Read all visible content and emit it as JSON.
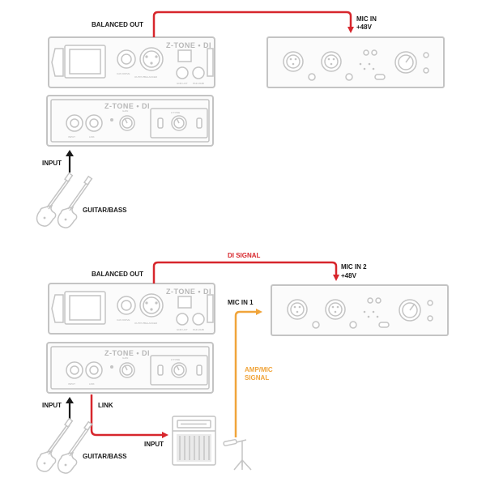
{
  "top": {
    "balanced_out": "BALANCED OUT",
    "mic_in": "MIC IN",
    "phantom": "+48V",
    "input": "INPUT",
    "guitar_bass": "GUITAR/BASS"
  },
  "bottom": {
    "di_signal": "DI SIGNAL",
    "balanced_out": "BALANCED OUT",
    "mic_in_2": "MIC IN 2",
    "phantom": "+48V",
    "mic_in_1": "MIC IN 1",
    "amp_mic_line1": "AMP/MIC",
    "amp_mic_line2": "SIGNAL",
    "input": "INPUT",
    "link": "LINK",
    "amp_input": "INPUT",
    "guitar_bass": "GUITAR/BASS"
  },
  "device": {
    "brand": "Z-TONE • DI",
    "ztone_section": "Z-TONE"
  },
  "colors": {
    "di_signal": "#d7262c",
    "amp_signal": "#f0a43a",
    "device_outline": "#c4c4c4",
    "text": "#1a1a1a"
  }
}
